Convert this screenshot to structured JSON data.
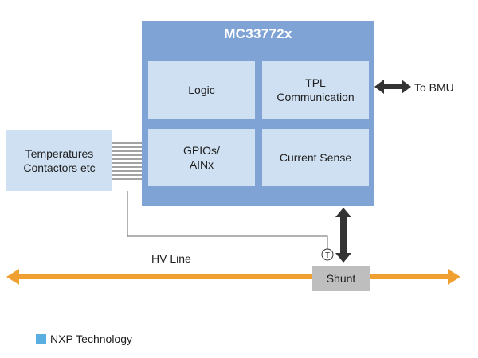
{
  "chip": {
    "title": "MC33772x"
  },
  "blocks": {
    "logic": "Logic",
    "tpl_line1": "TPL",
    "tpl_line2": "Communication",
    "gpio_line1": "GPIOs/",
    "gpio_line2": "AINx",
    "current": "Current Sense"
  },
  "external": {
    "line1": "Temperatures",
    "line2": "Contactors etc"
  },
  "to_bmu": "To BMU",
  "hv_line": "HV Line",
  "shunt": "Shunt",
  "temp_sensor_label": "T",
  "legend": {
    "label": "NXP Technology",
    "color": "#5aaee0"
  },
  "colors": {
    "chip": "#7ea3d4",
    "block": "#cfe0f2",
    "hv_arrow": "#f0a030",
    "shunt": "#bebebe"
  }
}
